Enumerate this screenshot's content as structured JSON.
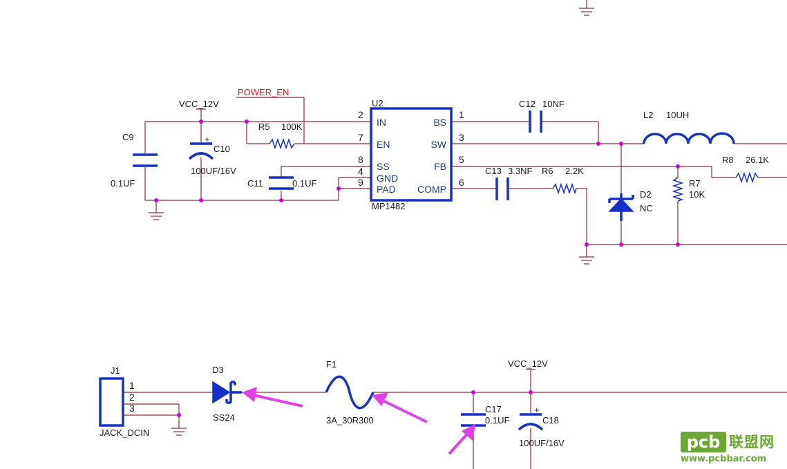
{
  "ic": {
    "ref": "U2",
    "part": "MP1482",
    "left_pins": [
      {
        "num": "2",
        "name": "IN"
      },
      {
        "num": "7",
        "name": "EN"
      },
      {
        "num": "8",
        "name": "SS"
      },
      {
        "num": "4",
        "name": "GND"
      },
      {
        "num": "9",
        "name": "PAD"
      }
    ],
    "right_pins": [
      {
        "num": "1",
        "name": "BS"
      },
      {
        "num": "3",
        "name": "SW"
      },
      {
        "num": "5",
        "name": "FB"
      },
      {
        "num": "6",
        "name": "COMP"
      }
    ]
  },
  "nets": {
    "vcc_top": "VCC_12V",
    "power_en": "POWER_EN",
    "vcc_bottom": "VCC_12V"
  },
  "components": {
    "c9": {
      "ref": "C9",
      "value": "0.1UF"
    },
    "c10": {
      "ref": "C10",
      "value": "100UF/16V"
    },
    "r5": {
      "ref": "R5",
      "value": "100K"
    },
    "c11": {
      "ref": "C11",
      "value": "0.1UF"
    },
    "c12": {
      "ref": "C12",
      "value": "10NF"
    },
    "l2": {
      "ref": "L2",
      "value": "10UH"
    },
    "c13": {
      "ref": "C13",
      "value": "3.3NF"
    },
    "r6": {
      "ref": "R6",
      "value": "2.2K"
    },
    "r8": {
      "ref": "R8",
      "value": "26.1K"
    },
    "d2": {
      "ref": "D2",
      "value": "NC"
    },
    "r7": {
      "ref": "R7",
      "value": "10K"
    },
    "j1": {
      "ref": "J1",
      "value": "JACK_DCIN",
      "pins": [
        "1",
        "2",
        "3"
      ]
    },
    "d3": {
      "ref": "D3",
      "value": "SS24"
    },
    "f1": {
      "ref": "F1",
      "value": "3A_30R300"
    },
    "c17": {
      "ref": "C17",
      "value": "0.1UF"
    },
    "c18": {
      "ref": "C18",
      "value": "100UF/16V"
    },
    "polarity": "+"
  },
  "watermark": {
    "brand": "pcb",
    "chinese": "联盟网",
    "url": "www.pcbbar.com"
  },
  "colors": {
    "wire": "#8a2a33",
    "component": "#1530c8",
    "junction": "#d000d0",
    "net_label": "#d21f1f",
    "arrow": "#e040e8",
    "watermark": "#6aa833"
  }
}
